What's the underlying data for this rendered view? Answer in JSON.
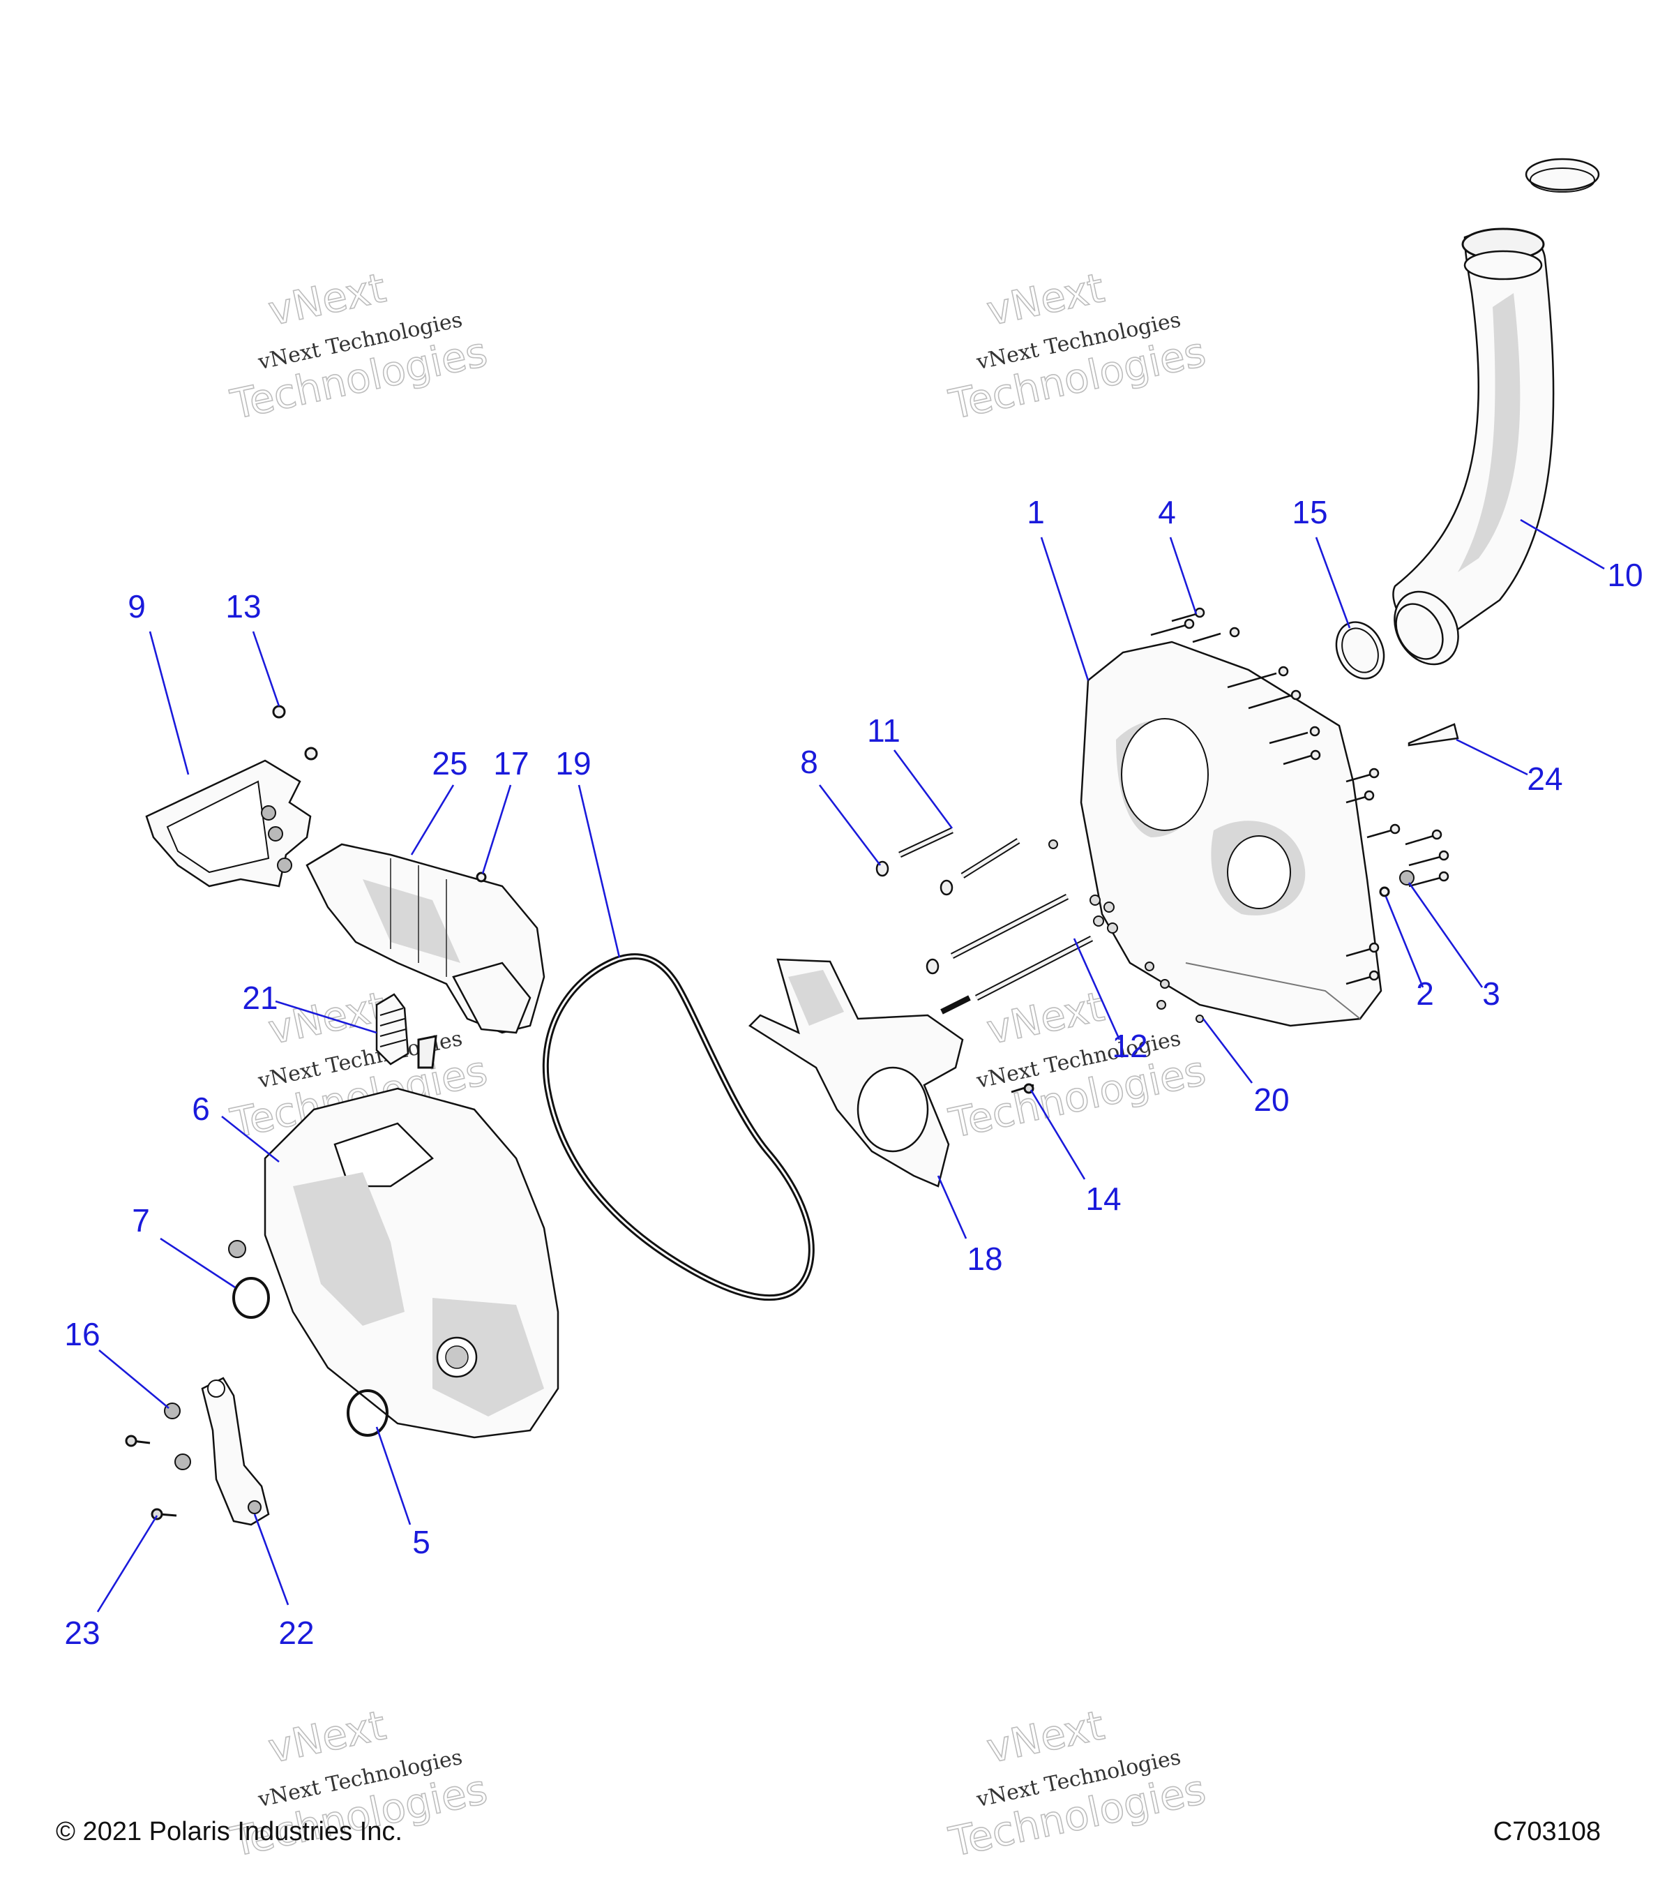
{
  "watermark": {
    "line1": "vNext",
    "line2": "vNext Technologies",
    "line3": "Technologies"
  },
  "footer": {
    "copyright": "© 2021 Polaris Industries Inc.",
    "diagram_code": "C703108"
  },
  "callouts": {
    "c1": "1",
    "c2": "2",
    "c3": "3",
    "c4": "4",
    "c5": "5",
    "c6": "6",
    "c7": "7",
    "c8": "8",
    "c9": "9",
    "c10": "10",
    "c11": "11",
    "c12": "12",
    "c13": "13",
    "c14": "14",
    "c15": "15",
    "c16": "16",
    "c17": "17",
    "c18": "18",
    "c19": "19",
    "c20": "20",
    "c21": "21",
    "c22": "22",
    "c23": "23",
    "c24": "24",
    "c25": "25"
  },
  "colors": {
    "callout": "#1a1adb",
    "line": "#111111"
  }
}
